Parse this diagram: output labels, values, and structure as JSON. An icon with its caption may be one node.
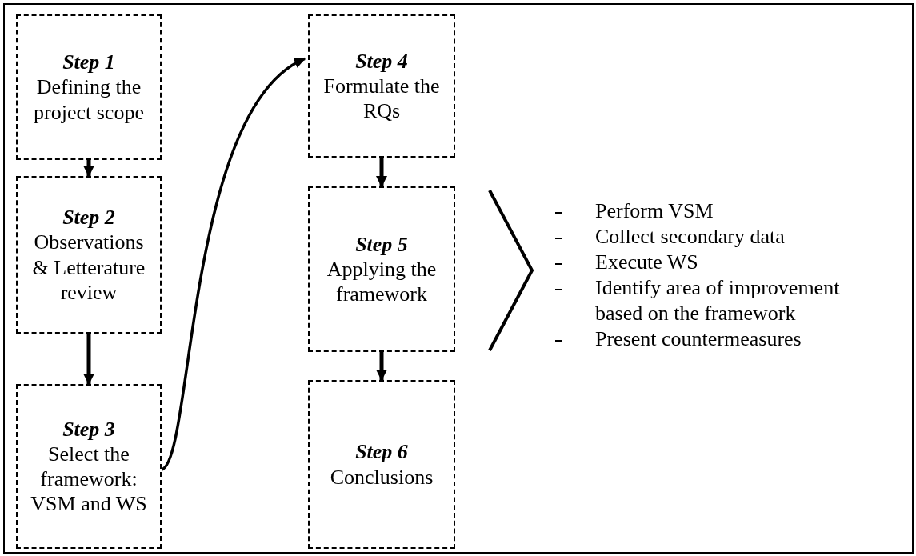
{
  "diagram": {
    "nodes": [
      {
        "text": [
          "Step 1",
          "Defining the project scope"
        ]
      },
      {
        "text": [
          "Step 2",
          "Observations & Letterature review"
        ]
      },
      {
        "text": [
          "Step 3",
          "Select the framework: VSM and WS"
        ]
      },
      {
        "text": [
          "Step 4",
          "Formulate the RQs"
        ]
      },
      {
        "text": [
          "Step 5",
          "Applying the framework"
        ]
      },
      {
        "text": [
          "Step 6",
          "Conclusions"
        ]
      }
    ],
    "edges": [
      {
        "from": 0,
        "to": 1,
        "arrow": "to"
      },
      {
        "from": 1,
        "to": 2,
        "arrow": "to"
      },
      {
        "from": 2,
        "to": 3,
        "arrow": "to"
      },
      {
        "from": 3,
        "to": 4,
        "arrow": "to"
      },
      {
        "from": 4,
        "to": 5,
        "arrow": "to"
      }
    ],
    "labels": [
      "Perform VSM",
      "Collect secondary data",
      "Execute WS",
      "Identify area of improvement based on the framework",
      "Present countermeasures"
    ]
  }
}
